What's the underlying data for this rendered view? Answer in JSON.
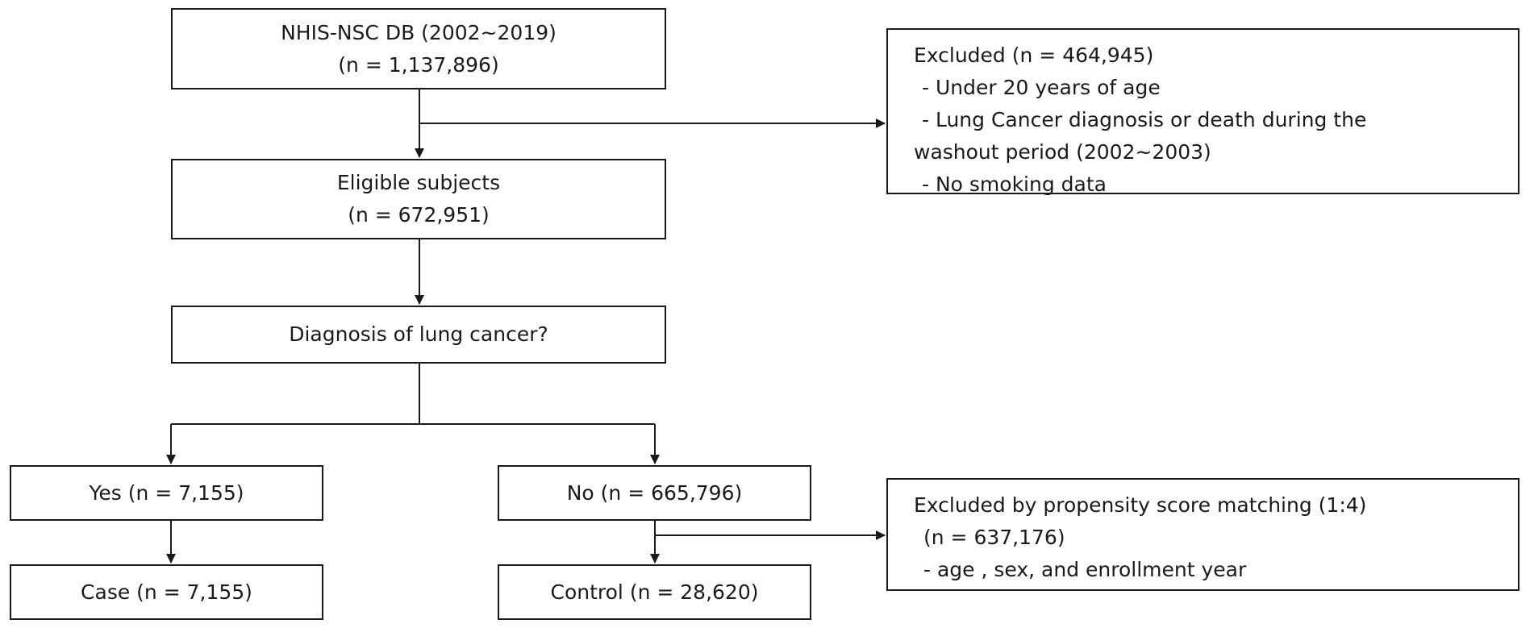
{
  "nodes": {
    "db": {
      "line1": "NHIS-NSC DB (2002~2019)",
      "line2": "(n = 1,137,896)"
    },
    "excluded1": {
      "title": "Excluded (n = 464,945)",
      "items": [
        "- Under 20 years of age",
        "- Lung Cancer diagnosis or death during the",
        "washout period (2002~2003)",
        "- No smoking data"
      ]
    },
    "eligible": {
      "line1": "Eligible subjects",
      "line2": "(n =  672,951)"
    },
    "diagnosis": {
      "label": "Diagnosis of lung cancer?"
    },
    "yes": {
      "label": "Yes (n = 7,155)"
    },
    "no": {
      "label": "No (n =  665,796)"
    },
    "case": {
      "label": "Case (n = 7,155)"
    },
    "control": {
      "label": "Control  (n =  28,620)"
    },
    "excluded2": {
      "line1": "Excluded by propensity score matching (1:4)",
      "line2": "(n = 637,176)",
      "line3": "- age , sex, and enrollment year"
    }
  }
}
